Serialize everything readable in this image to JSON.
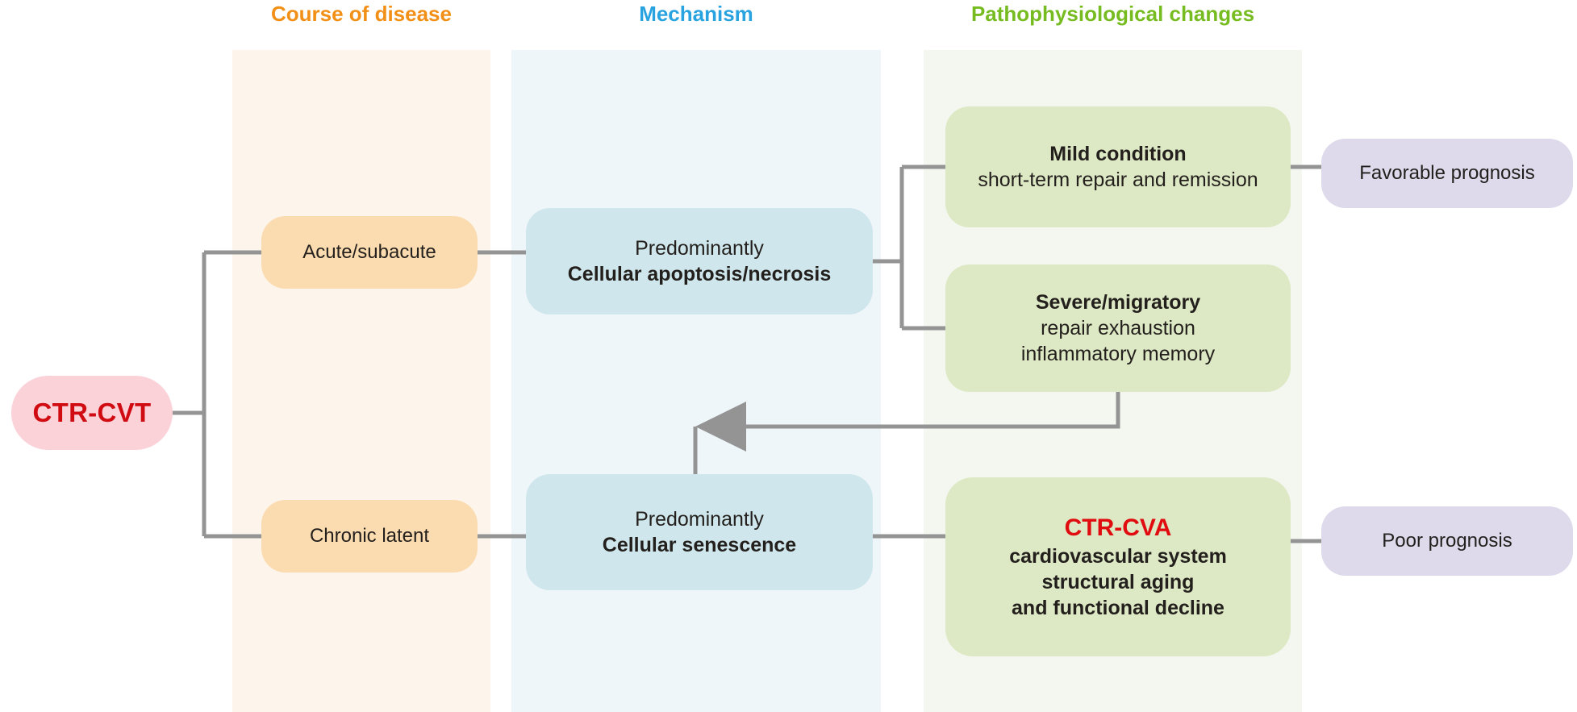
{
  "columns": [
    {
      "id": "course",
      "header": "Course of disease",
      "color": "#f28f16"
    },
    {
      "id": "mechanism",
      "header": "Mechanism",
      "color": "#29a3e0"
    },
    {
      "id": "patho",
      "header": "Pathophysiological changes",
      "color": "#76bc21"
    }
  ],
  "nodes": {
    "root": {
      "lines": [
        "CTR-CVT"
      ],
      "fill": "#fad2d8",
      "text_color": "#d00b12"
    },
    "acute": {
      "lines": [
        "Acute/subacute"
      ],
      "fill": "#fbdcb0"
    },
    "chronic": {
      "lines": [
        "Chronic latent"
      ],
      "fill": "#fbdcb0"
    },
    "apoptosis": {
      "line1": "Predominantly",
      "line2": "Cellular apoptosis/necrosis",
      "fill": "#cfe7ec"
    },
    "senescence": {
      "line1": "Predominantly",
      "line2": "Cellular senescence",
      "fill": "#cfe7ec"
    },
    "mild": {
      "line1": "Mild condition",
      "line2": "short-term repair and remission",
      "fill": "#dde8c4"
    },
    "severe": {
      "line1": "Severe/migratory",
      "line2": "repair exhaustion",
      "line3": "inflammatory memory",
      "fill": "#dde8c4"
    },
    "cva": {
      "line1": "CTR-CVA",
      "line2": "cardiovascular system",
      "line3": "structural aging",
      "line4": "and functional decline",
      "fill": "#dde8c4",
      "title_color": "#e00c10"
    },
    "favorable": {
      "lines": [
        "Favorable prognosis"
      ],
      "fill": "#dedaec"
    },
    "poor": {
      "lines": [
        "Poor prognosis"
      ],
      "fill": "#dedaec"
    }
  },
  "connector_color": "#949494",
  "background": "#ffffff"
}
